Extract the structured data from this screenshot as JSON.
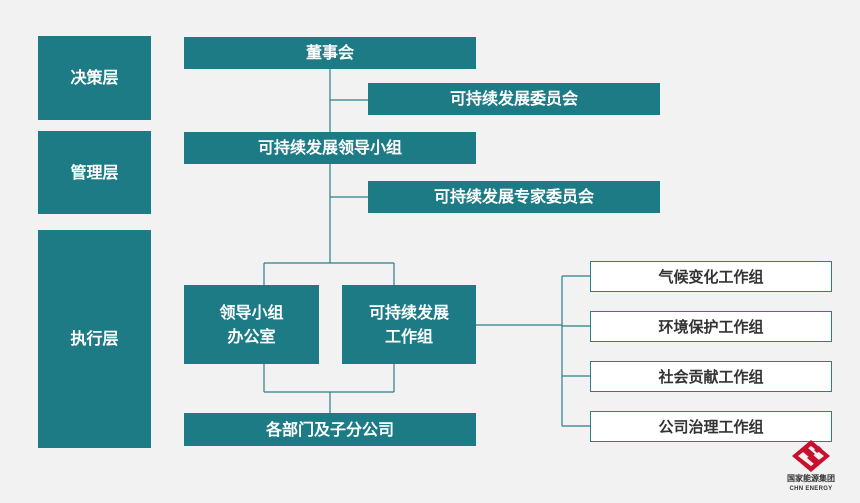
{
  "layers": {
    "decision": "决策层",
    "management": "管理层",
    "execution": "执行层"
  },
  "nodes": {
    "board": "董事会",
    "sd_committee": "可持续发展委员会",
    "sd_leading_group": "可持续发展领导小组",
    "sd_expert_committee": "可持续发展专家委员会",
    "leading_group_office_line1": "领导小组",
    "leading_group_office_line2": "办公室",
    "sd_working_group_line1": "可持续发展",
    "sd_working_group_line2": "工作组",
    "departments": "各部门及子分公司"
  },
  "working_groups": [
    "气候变化工作组",
    "环境保护工作组",
    "社会贡献工作组",
    "公司治理工作组"
  ],
  "logo": {
    "name_cn": "国家能源集团",
    "name_en": "CHN ENERGY"
  },
  "colors": {
    "teal": "#1d7b86",
    "outline": "#2b7f89",
    "background": "#f2f2f2",
    "logo_red": "#c8102e"
  }
}
